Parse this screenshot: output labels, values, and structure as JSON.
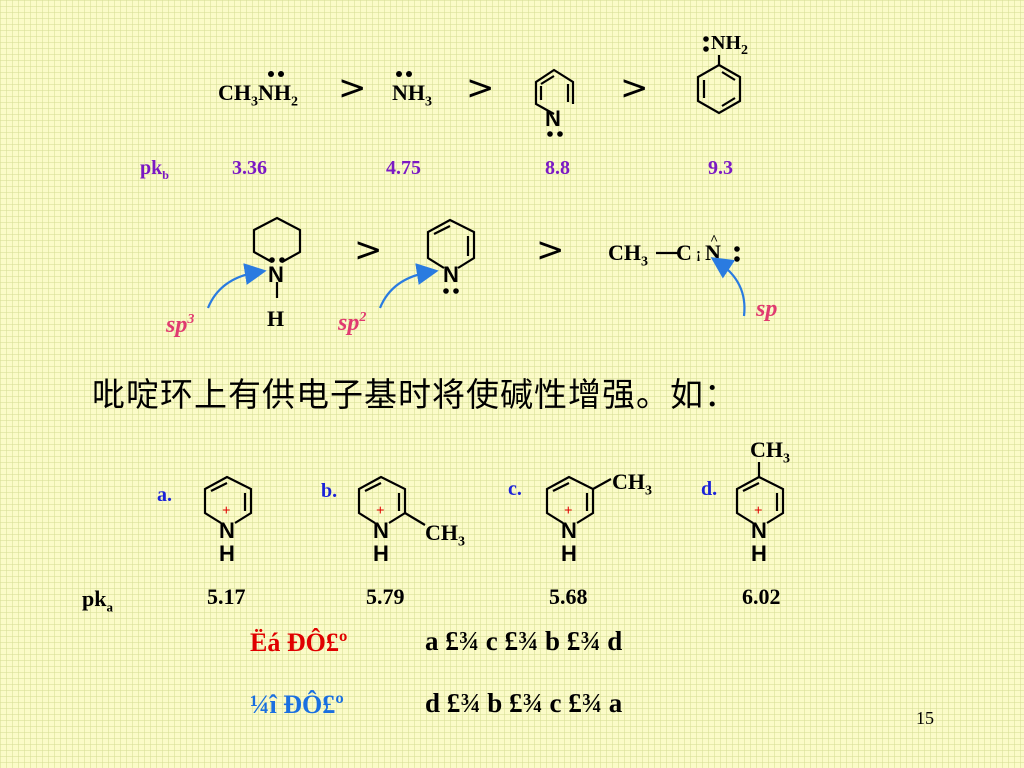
{
  "row1": {
    "methylamine_formula": "CH3NH2",
    "ammonia_formula": "NH3",
    "aniline_substituent": "NH2",
    "ring_N": "N",
    "gt": ">",
    "pkb_label": "pkb",
    "pkb_values": [
      "3.36",
      "4.75",
      "8.8",
      "9.3"
    ]
  },
  "row2": {
    "ring_N": "N",
    "H": "H",
    "nitrile_CH3": "CH3",
    "nitrile_C": "C",
    "nitrile_bond": "¡",
    "nitrile_N": "N",
    "hyb": [
      {
        "base": "sp",
        "sup": "3"
      },
      {
        "base": "sp",
        "sup": "2"
      },
      {
        "base": "sp",
        "sup": ""
      }
    ],
    "gt": ">"
  },
  "statement": "吡啶环上有供电子基时将使碱性增强。如：",
  "row3": {
    "labels": [
      "a.",
      "b.",
      "c.",
      "d."
    ],
    "N": "N",
    "H": "H",
    "plus": "+",
    "CH3": "CH3",
    "pka_label": "pka",
    "pka_values": [
      "5.17",
      "5.79",
      "5.68",
      "6.02"
    ]
  },
  "order1": {
    "label": "Ëá  ÐÔ£º",
    "text": "a  £¾ c  £¾ b  £¾ d"
  },
  "order2": {
    "label": "¼î  ÐÔ£º",
    "text": "d  £¾ b  £¾ c  £¾ a"
  },
  "page_number": "15",
  "colors": {
    "pk_purple": "#7b18c4",
    "hyb_pink": "#e03a70",
    "label_blue": "#1b22d8",
    "red": "#e00000",
    "blue": "#1a6fe0",
    "arrow": "#2a7be0"
  }
}
